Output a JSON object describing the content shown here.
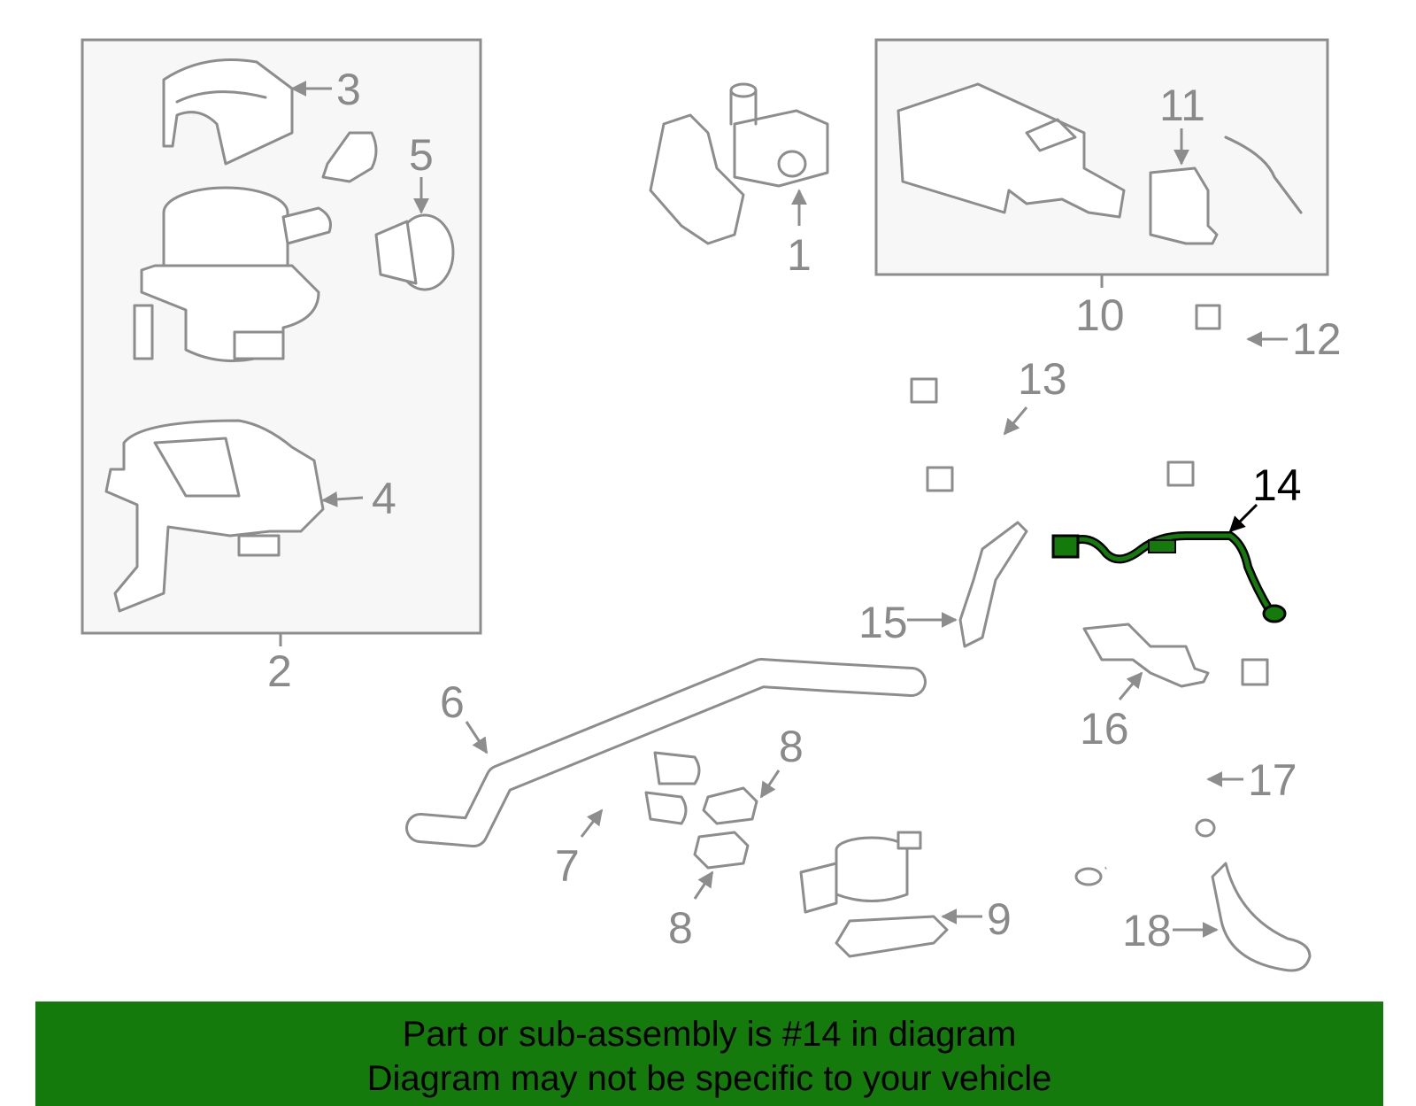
{
  "diagram": {
    "highlight_color": "#137a0b",
    "highlighted_part": "14",
    "callouts": {
      "c1": "1",
      "c2": "2",
      "c3": "3",
      "c4": "4",
      "c5": "5",
      "c6": "6",
      "c7": "7",
      "c8a": "8",
      "c8b": "8",
      "c9": "9",
      "c10": "10",
      "c11": "11",
      "c12": "12",
      "c13": "13",
      "c14": "14",
      "c15": "15",
      "c16": "16",
      "c17": "17",
      "c18": "18"
    }
  },
  "banner": {
    "line1": "Part or sub-assembly is #14 in diagram",
    "line2": "Diagram may not be specific to your vehicle",
    "background": "#137a0b"
  }
}
